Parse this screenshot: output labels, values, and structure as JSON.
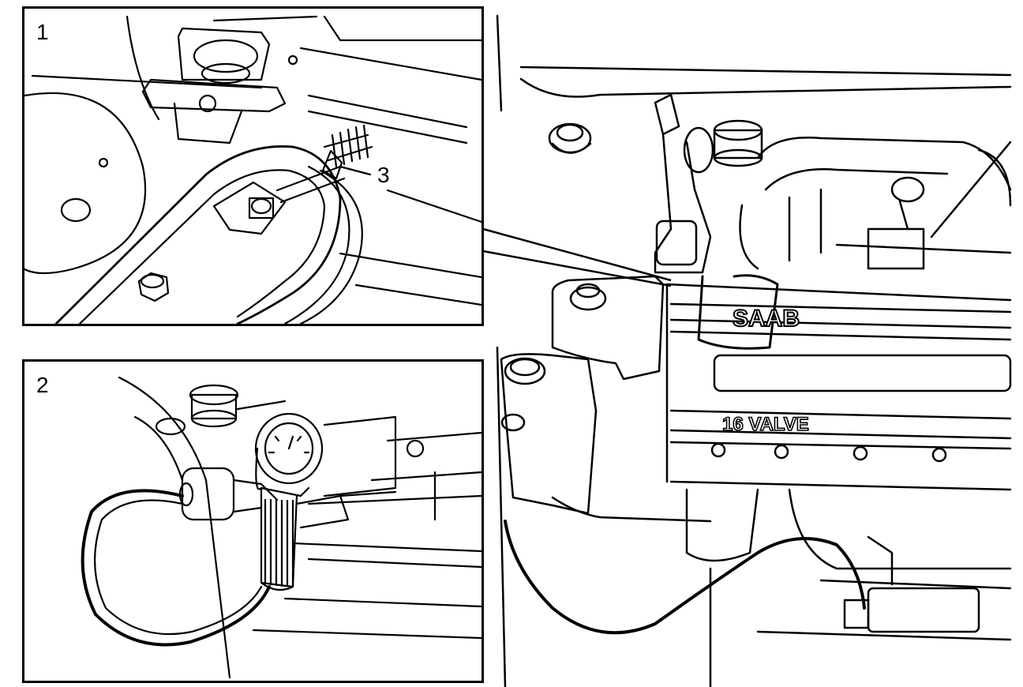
{
  "panels": [
    {
      "label": "1"
    },
    {
      "label": "2"
    }
  ],
  "callouts": {
    "item3": "3"
  },
  "engine": {
    "cover_text_top": "SAAB",
    "cover_text_bottom": "16 VALVE"
  },
  "colors": {
    "ink": "#000000",
    "paper": "#ffffff"
  }
}
